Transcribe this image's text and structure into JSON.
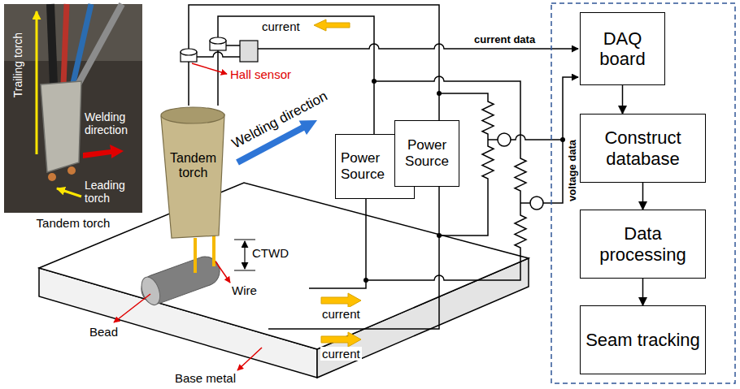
{
  "diagram": {
    "nodes": [
      {
        "text": [
          "Tandem torch"
        ]
      },
      {
        "text": [
          "Power Source"
        ]
      },
      {
        "text": [
          "Power Source"
        ]
      },
      {
        "text": [
          "DAQ board"
        ]
      },
      {
        "text": [
          "Construct database"
        ]
      },
      {
        "text": [
          "Data processing"
        ]
      },
      {
        "text": [
          "Seam tracking"
        ]
      }
    ],
    "edges": [
      {
        "from": 1,
        "to": 0,
        "arrow": "none"
      },
      {
        "from": 2,
        "to": 0,
        "arrow": "none"
      },
      {
        "from": 3,
        "to": 4,
        "arrow": "to"
      },
      {
        "from": 4,
        "to": 5,
        "arrow": "to"
      },
      {
        "from": 5,
        "to": 6,
        "arrow": "to"
      }
    ],
    "labels": [
      "Trailing torch",
      "Welding direction",
      "Leading torch",
      "Tandem torch",
      "current",
      "Hall sensor",
      "Welding direction",
      "CTWD",
      "Wire",
      "Bead",
      "current",
      "current",
      "Base metal",
      "current data",
      "voltage data"
    ]
  }
}
